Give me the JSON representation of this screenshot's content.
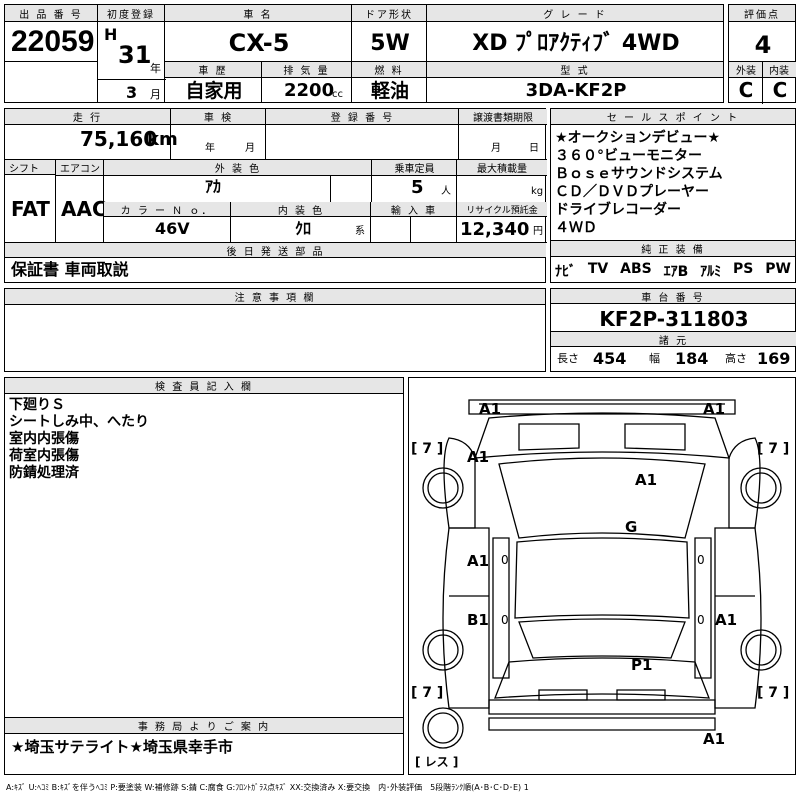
{
  "header": {
    "lot_no_label": "出 品 番 号",
    "lot_no": "22059",
    "first_reg_label": "初度登録",
    "era_letter": "H",
    "era_year": "31",
    "year_unit": "年",
    "month": "3",
    "month_unit": "月",
    "car_name_label": "車 名",
    "car_name": "CX-5",
    "door_label": "ドア形状",
    "door": "5W",
    "grade_label": "グ レ ー ド",
    "grade": "XD ﾌﾟﾛｱｸﾃｨﾌﾞ 4WD",
    "score_label": "評価点",
    "score": "4",
    "history_label": "車 歴",
    "history": "自家用",
    "displacement_label": "排 気 量",
    "displacement": "2200",
    "cc": "cc",
    "fuel_label": "燃 料",
    "fuel": "軽油",
    "model_label": "型 式",
    "model": "3DA-KF2P",
    "exterior_label": "外装",
    "interior_label": "内装",
    "exterior_grade": "C",
    "interior_grade": "C"
  },
  "specs": {
    "mileage_label": "走 行",
    "mileage": "75,160",
    "km": "km",
    "inspection_label": "車 検",
    "year_unit": "年",
    "month_unit": "月",
    "reg_no_label": "登 録 番 号",
    "transfer_label": "譲渡書類期限",
    "shift_label": "シフト",
    "aircon_label": "エアコン",
    "shift": "FAT",
    "aircon": "AAC",
    "ext_color_label": "外 装 色",
    "ext_color": "ｱｶ",
    "capacity_label": "乗車定員",
    "capacity": "5",
    "person_unit": "人",
    "max_load_label": "最大積載量",
    "kg": "kg",
    "color_no_label": "カ ラ ー Ｎ ｏ．",
    "color_no": "46V",
    "int_color_label": "内 装 色",
    "int_color": "ｸﾛ",
    "int_unit": "系",
    "import_label": "輸 入 車",
    "recycle_label": "リサイクル預託金",
    "recycle": "12,340",
    "yen": "円",
    "later_parts_label": "後 日 発 送 部 品",
    "later_parts": "保証書 車両取説"
  },
  "sales_points": {
    "label": "セ ー ル ス ポ イ ン ト",
    "items": [
      "★オークションデビュー★",
      "３６０°ビューモニター",
      "Ｂｏｓｅサウンドシステム",
      "ＣＤ／ＤＶＤプレーヤー",
      "ドライブレコーダー",
      "４ＷＤ"
    ]
  },
  "equipment": {
    "label": "純 正 装 備",
    "items": [
      "ﾅﾋﾞ",
      "TV",
      "ABS",
      "ｴｱB",
      "ｱﾙﾐ",
      "PS",
      "PW"
    ]
  },
  "notes": {
    "label": "注 意 事 項 欄"
  },
  "chassis": {
    "label": "車 台 番 号",
    "value": "KF2P-311803",
    "dims_label": "諸 元",
    "length_label": "長さ",
    "length": "454",
    "width_label": "幅",
    "width": "184",
    "height_label": "高さ",
    "height": "169"
  },
  "inspector": {
    "label": "検 査 員 記 入 欄",
    "lines": [
      "下廻りＳ",
      "シートしみ中、へたり",
      "室内内張傷",
      "荷室内張傷",
      "防錆処理済"
    ]
  },
  "office": {
    "label": "事 務 局 よ り ご 案 内",
    "text": "★埼玉サテライト★埼玉県幸手市"
  },
  "diagram": {
    "marks": {
      "fl_bumper": "A1",
      "fr_bumper": "A1",
      "hood_left": "A1",
      "hood_center": "A1",
      "roof": "G",
      "left_front_door": "A1",
      "left_rear_door": "B1",
      "right_rear_door": "A1",
      "rear_hatch": "P1",
      "rear_bumper": "A1",
      "tire_fl": "7",
      "tire_fr": "7",
      "tire_rl": "7",
      "tire_rr": "7",
      "spare": "レス",
      "zero_l1": "0",
      "zero_l2": "0",
      "zero_r1": "0",
      "zero_r2": "0"
    }
  },
  "legend": {
    "text": "A:ｷｽﾞ U:ﾍｺﾐ B:ｷｽﾞを伴うﾍｺﾐ P:要塗装 W:補修跡 S:錆 C:腐食 G:ﾌﾛﾝﾄｶﾞﾗｽ点ｷｽﾞ XX:交換済み X:要交換　内･外装評価　5段階ﾗﾝｸ順(A･B･C･D･E) 1"
  }
}
